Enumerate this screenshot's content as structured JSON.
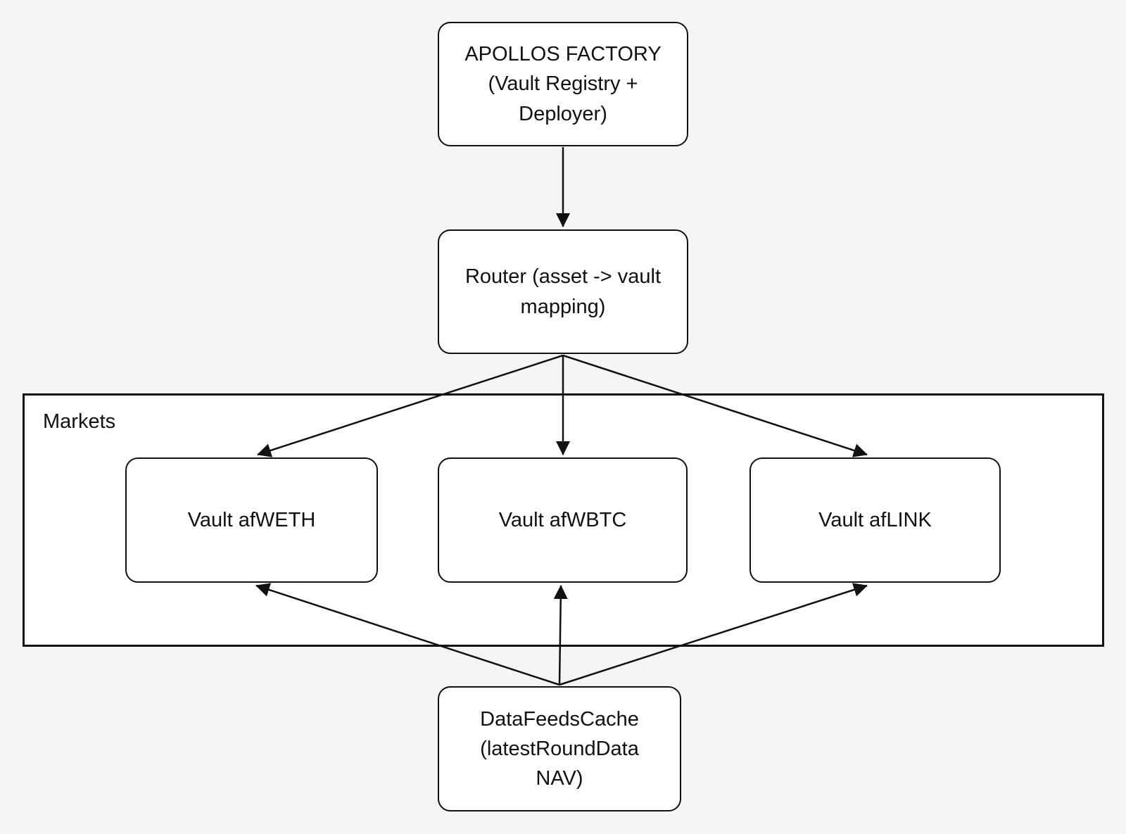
{
  "diagram": {
    "container": {
      "label": "Markets"
    },
    "nodes": {
      "factory": {
        "label": "APOLLOS FACTORY\n(Vault Registry +\nDeployer)"
      },
      "router": {
        "label": "Router (asset -> vault\nmapping)"
      },
      "vault_weth": {
        "label": "Vault afWETH"
      },
      "vault_wbtc": {
        "label": "Vault afWBTC"
      },
      "vault_link": {
        "label": "Vault afLINK"
      },
      "data_feeds": {
        "label": "DataFeedsCache\n(latestRoundData\nNAV)"
      }
    },
    "edges": [
      {
        "from": "factory",
        "to": "router"
      },
      {
        "from": "router",
        "to": "vault_weth"
      },
      {
        "from": "router",
        "to": "vault_wbtc"
      },
      {
        "from": "router",
        "to": "vault_link"
      },
      {
        "from": "data_feeds",
        "to": "vault_weth"
      },
      {
        "from": "data_feeds",
        "to": "vault_wbtc"
      },
      {
        "from": "data_feeds",
        "to": "vault_link"
      }
    ],
    "colors": {
      "background": "#f5f5f5",
      "node_fill": "#ffffff",
      "stroke": "#111111",
      "text": "#111111"
    }
  }
}
